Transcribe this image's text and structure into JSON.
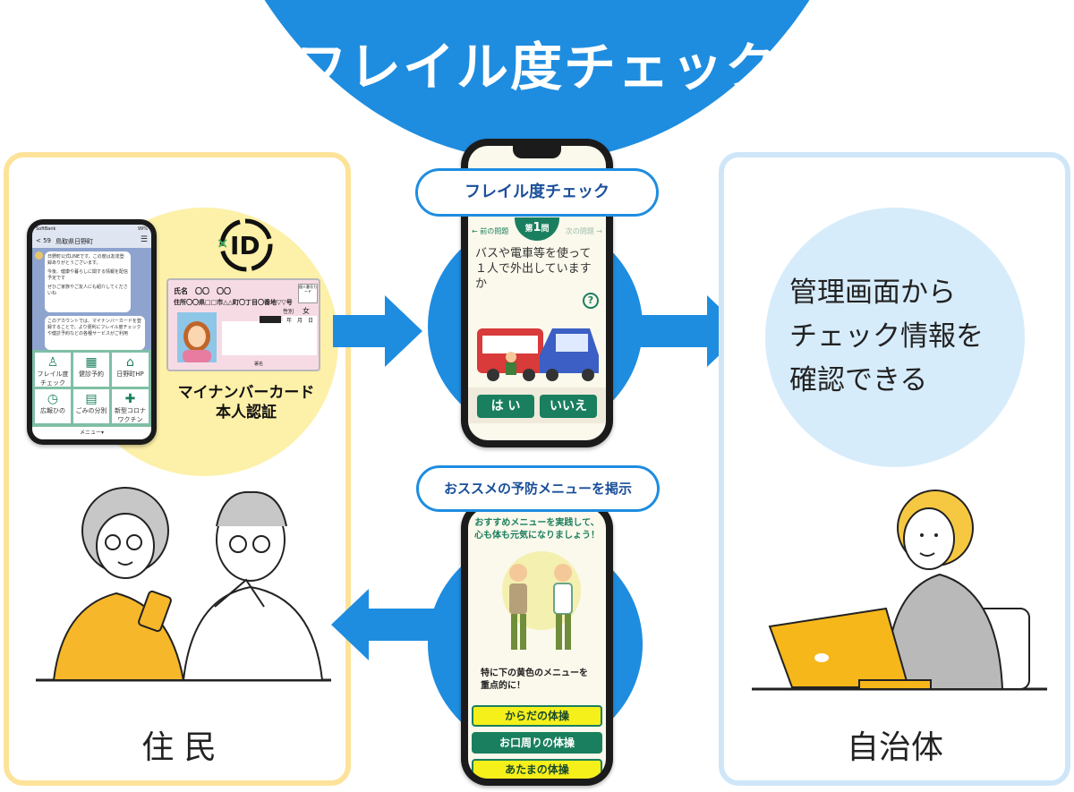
{
  "title": "フレイル度チェック",
  "left_panel": {
    "label": "住 民",
    "card_caption_line1": "マイナンバーカード",
    "card_caption_line2": "本人認証"
  },
  "right_panel": {
    "label": "自治体",
    "text_line1": "管理画面から",
    "text_line2": "チェック情報を",
    "text_line3": "確認できる"
  },
  "top_phone": {
    "pill": "フレイル度チェック",
    "prev": "← 前の問題",
    "next": "次の問題 →",
    "badge_pre": "第",
    "badge_num": "1",
    "badge_post": "問",
    "question": "バスや電車等を使って１人で外出していますか",
    "help": "?",
    "yes": "は い",
    "no": "いいえ"
  },
  "bottom_phone": {
    "pill": "おススメの予防メニューを掲示",
    "header_line1": "おすすめメニューを実践して、",
    "header_line2": "心も体も元気になりましょう！",
    "note_line1": "特に下の黄色のメニューを",
    "note_line2": "重点的に！",
    "menu": [
      "からだの体操",
      "お口周りの体操",
      "あたまの体操"
    ]
  },
  "line_app": {
    "status_left": "SoftBank",
    "status_right": "99%",
    "back": "< 59",
    "account": "鳥取県日野町",
    "messages": [
      "日野町公式LINEです。この度は友達登録ありがとうございます。",
      "今後、健康や暮らしに関する情報を配信予定です",
      "ぜひご家族やご友人にも紹介してくださいね",
      "このアカウントでは、マイナンバーカードを登録することで、より便利にフレイル度チェックや健診予約などの各種サービスがご利用"
    ],
    "menu_items": [
      "フレイル度チェック",
      "健診予約",
      "日野町HP",
      "広報ひの",
      "ごみの分別",
      "新型コロナワクチン"
    ],
    "footer": "メニュー▾"
  },
  "card": {
    "name_label": "氏名　〇〇　〇〇",
    "address_label": "住所〇〇県□□市△△町〇丁目〇番地▽▽号",
    "badge": "個人番号カード",
    "sex_label": "性別",
    "sex_value": "女",
    "date_label": "年　月　日",
    "sign_label": "署名",
    "id_logo": "ID",
    "id_x": "×"
  },
  "colors": {
    "blue": "#1e8de0",
    "yellow": "#fde39a",
    "green": "#1a7f5e",
    "menu_yellow": "#f5ef1a"
  }
}
